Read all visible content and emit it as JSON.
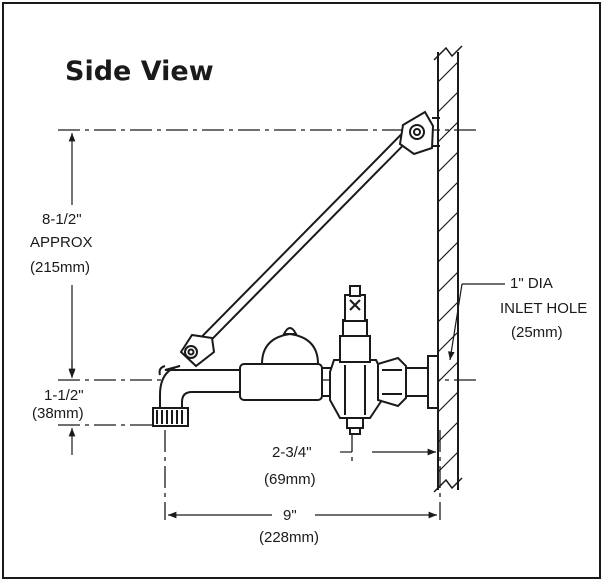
{
  "title": "Side View",
  "dimensions": {
    "height_main": {
      "line1": "8-1/2\"",
      "line2": "APPROX",
      "line3": "(215mm)"
    },
    "height_spout": {
      "line1": "1-1/2\"",
      "line2": "(38mm)"
    },
    "inlet": {
      "line1": "1\" DIA",
      "line2": "INLET HOLE",
      "line3": "(25mm)"
    },
    "offset": {
      "line1": "2-3/4\"",
      "line2": "(69mm)"
    },
    "length": {
      "line1": "9\"",
      "line2": "(228mm)"
    }
  },
  "colors": {
    "ink": "#1a1a1a",
    "background": "#ffffff"
  }
}
